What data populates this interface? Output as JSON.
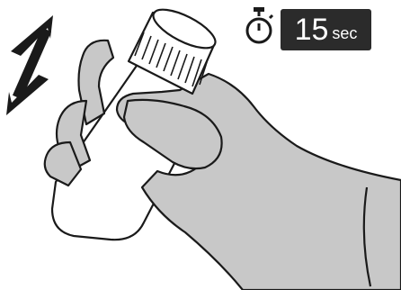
{
  "timer": {
    "icon": "stopwatch-icon",
    "value": "15",
    "unit": "sec"
  },
  "illustration": {
    "icons": [
      "shake-arrow-icon",
      "gloved-hand",
      "bottle",
      "bottle-cap"
    ],
    "colors": {
      "glove": "#c8c8c8",
      "outline": "#1a1a1a",
      "bottle": "#ffffff",
      "arrow": "#1a1a1a",
      "badge": "#2b2b2b"
    }
  }
}
